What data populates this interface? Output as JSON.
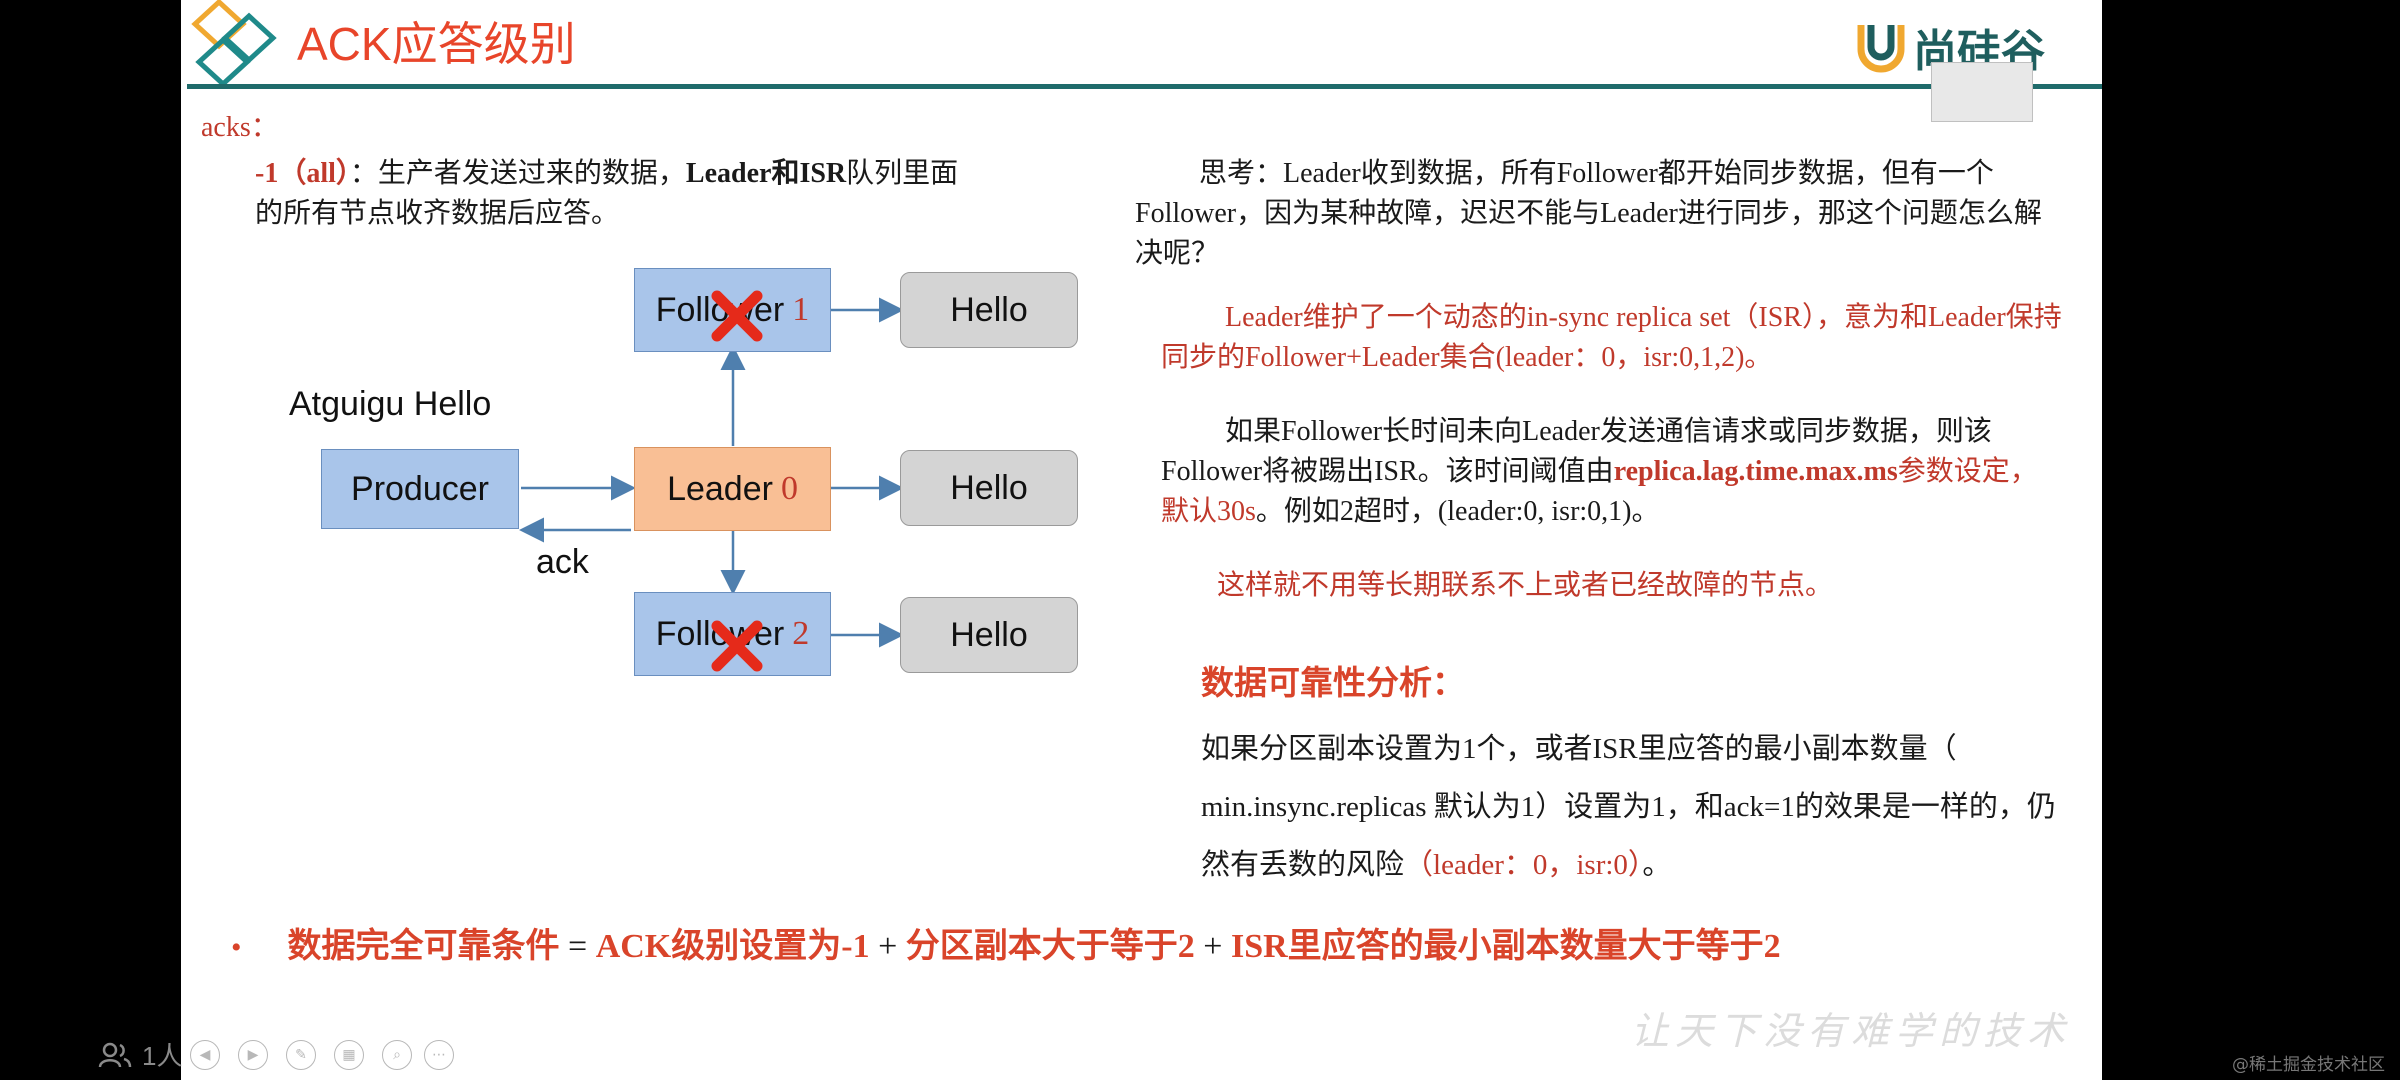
{
  "header": {
    "title": "ACK应答级别",
    "brand": "尚硅谷"
  },
  "acks_label": "acks：",
  "left": {
    "desc_prefix": "-1（all）",
    "desc_mid": "：生产者发送过来的数据，",
    "desc_bold": "Leader和ISR",
    "desc_rest1": "队列里面",
    "desc_line2": "的所有节点收齐数据后应答。"
  },
  "diagram": {
    "message_label": "Atguigu Hello",
    "producer": "Producer",
    "leader": "Leader",
    "leader_num": "0",
    "follower": "Follower",
    "follower1_num": "1",
    "follower2_num": "2",
    "hello": "Hello",
    "ack": "ack"
  },
  "right": {
    "think": "思考：Leader收到数据，所有Follower都开始同步数据，但有一个Follower，因为某种故障，迟迟不能与Leader进行同步，那这个问题怎么解决呢？",
    "isr_def": "Leader维护了一个动态的in-sync replica set（ISR），意为和Leader保持同步的Follower+Leader集合(leader：0，isr:0,1,2)。",
    "kick_part1": "如果Follower长时间未向Leader发送通信请求或同步数据，则该Follower将被踢出ISR。该时间阈值由",
    "kick_param": "replica.lag.time.max.ms",
    "kick_part2": "参数设定，默认30s",
    "kick_part3": "。例如2超时，(leader:0, isr:0,1)。",
    "no_wait": "这样就不用等长期联系不上或者已经故障的节点。",
    "section_title": "数据可靠性分析：",
    "reliability_part1": "如果分区副本设置为1个，或者ISR里应答的最小副本数量（ min.insync.replicas 默认为1）设置为1，和ack=1的效果是一样的，仍然有丢数的风险",
    "reliability_part2": "（leader：0，isr:0）",
    "reliability_part3": "。"
  },
  "formula": {
    "bullet": "•",
    "lhs": "数据完全可靠条件",
    "eq": " = ",
    "term1": "ACK级别设置为-1",
    "plus": " + ",
    "term2": "分区副本大于等于2",
    "term3": "ISR里应答的最小副本数量大于等于2"
  },
  "slogan": "让天下没有难学的技术",
  "player": {
    "viewer_count": "1人"
  },
  "watermark": "@稀土掘金技术社区",
  "colors": {
    "accent_red": "#c0392b",
    "title_red": "#e8452a",
    "teal": "#1f6b6b",
    "box_blue": "#a9c5ea",
    "box_orange": "#f9bf95",
    "box_gray": "#d4d4d4"
  }
}
